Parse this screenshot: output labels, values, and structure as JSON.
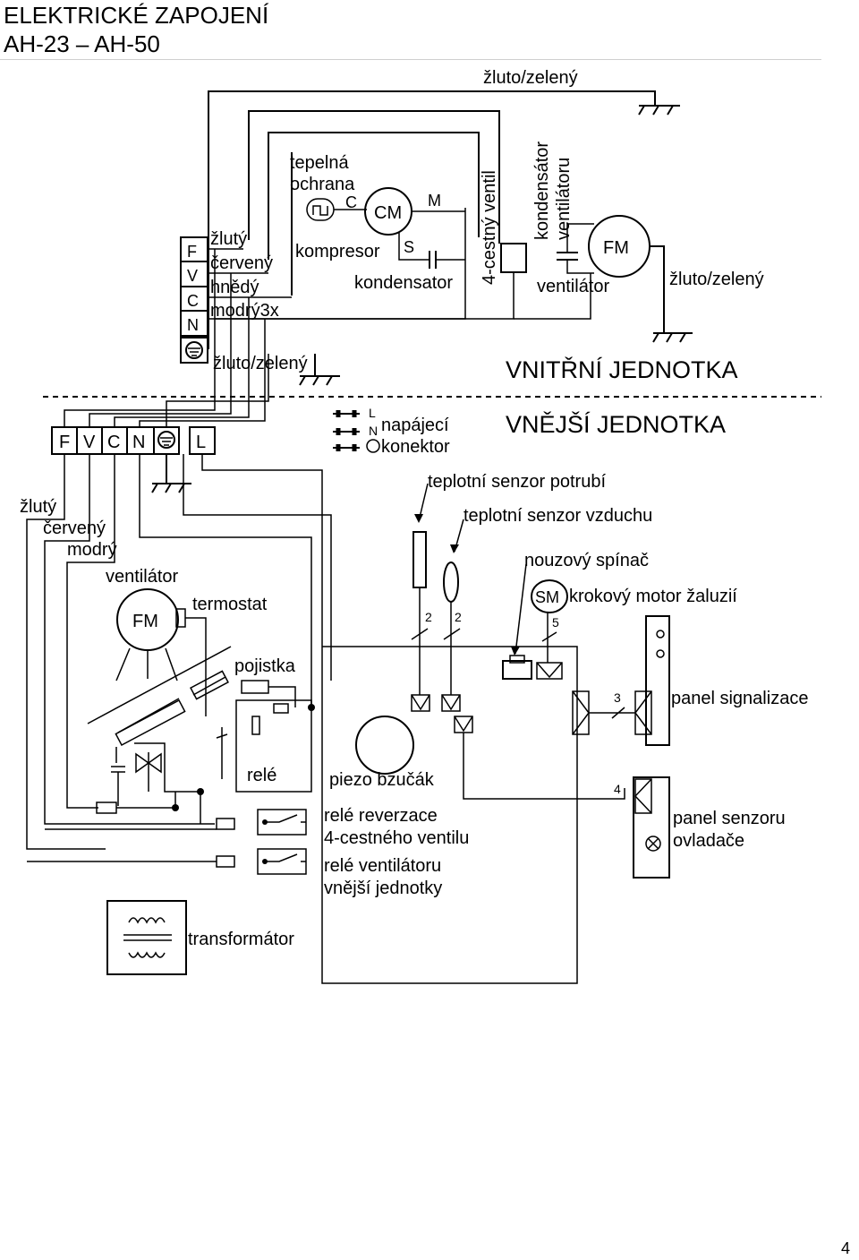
{
  "header": {
    "title_line1": "ELEKTRICKÉ ZAPOJENÍ",
    "title_line2": "AH-23 – AH-50"
  },
  "page_number": "4",
  "indoor": {
    "heading": "VNITŘNÍ JEDNOTKA",
    "terminals": [
      "F",
      "V",
      "C",
      "N"
    ],
    "wire_labels": [
      "žlutý",
      "červený",
      "hnědý",
      "modrý3x"
    ],
    "ground_label": "žluto/zelený",
    "top_ground_label": "žluto/zelený",
    "right_ground_label": "žluto/zelený",
    "thermal_protection": [
      "tepelná",
      "ochrana"
    ],
    "compressor_pins": [
      "C",
      "M",
      "S"
    ],
    "compressor_symbol": "CM",
    "compressor_label": "kompresor",
    "capacitor_label": "kondensator",
    "valve_label": "4-cestný ventil",
    "fan_capacitor_label": [
      "kondensátor",
      "ventilátoru"
    ],
    "fan_symbol": "FM",
    "fan_label": "ventilátor"
  },
  "outdoor": {
    "heading": "VNĚJŠÍ JEDNOTKA",
    "terminals": [
      "F",
      "V",
      "C",
      "N",
      "L"
    ],
    "power_connector_pins": [
      "L",
      "N"
    ],
    "power_connector_label": [
      "napájecí",
      "konektor"
    ],
    "pipe_sensor_label": "teplotní senzor potrubí",
    "air_sensor_label": "teplotní senzor vzduchu",
    "wire_labels": [
      "žlutý",
      "červený",
      "modrý"
    ],
    "fan_label": "ventilátor",
    "fan_symbol": "FM",
    "thermostat_label": "termostat",
    "fuse_label": "pojistka",
    "relay_label": "relé",
    "buzzer_label": "piezo bzučák",
    "reversing_relay_label": [
      "relé reverzace",
      "4-cestného ventilu"
    ],
    "fan_relay_label": [
      "relé ventilátoru",
      "vnější jednotky"
    ],
    "transformer_label": "transformátor",
    "emergency_switch_label": "nouzový spínač",
    "stepper_symbol": "SM",
    "stepper_label": "krokový motor žaluzií",
    "signal_panel_label": "panel signalizace",
    "sensor_panel_label": [
      "panel senzoru",
      "ovladače"
    ],
    "pin_counts": [
      "2",
      "2",
      "5",
      "3",
      "4"
    ]
  }
}
